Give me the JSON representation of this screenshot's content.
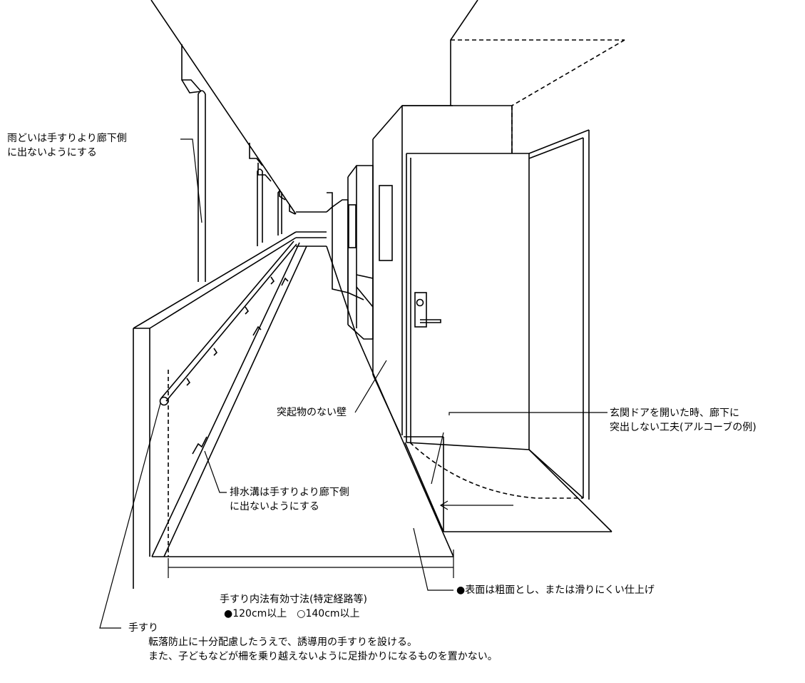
{
  "labels": {
    "gutter": {
      "line1": "雨どいは手すりより廊下側",
      "line2": "に出ないようにする"
    },
    "wall": "突起物のない壁",
    "door": {
      "line1": "玄関ドアを開いた時、廊下に",
      "line2": "突出しない工夫(アルコーブの例)"
    },
    "drain": {
      "line1": "排水溝は手すりより廊下側",
      "line2": "に出ないようにする"
    },
    "width": {
      "line1": "手すり内法有効寸法(特定経路等)",
      "line2": "●120cm以上　○140cm以上"
    },
    "surface": "●表面は粗面とし、または滑りにくい仕上げ",
    "handrail": {
      "title": "手すり",
      "line1": "転落防止に十分配慮したうえで、誘導用の手すりを設ける。",
      "line2": "また、子どもなどが柵を乗り越えないように足掛かりになるものを置かない。"
    }
  }
}
